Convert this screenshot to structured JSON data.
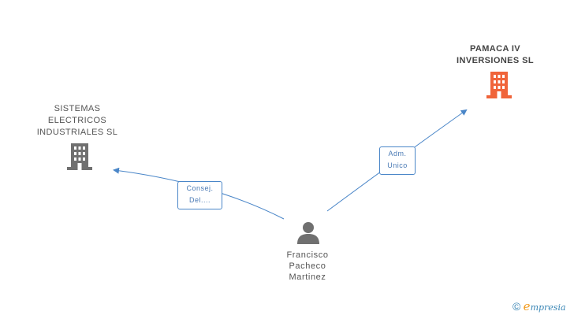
{
  "companies": [
    {
      "id": "sistemas",
      "lines": [
        "SISTEMAS",
        "ELECTRICOS",
        "INDUSTRIALES SL"
      ],
      "icon": "building-icon",
      "color": "#707070",
      "highlight": false
    },
    {
      "id": "pamaca",
      "lines": [
        "PAMACA IV",
        "INVERSIONES SL"
      ],
      "icon": "building-icon",
      "color": "#f0643a",
      "highlight": true
    }
  ],
  "person": {
    "lines": [
      "Francisco",
      "Pacheco",
      "Martinez"
    ],
    "icon": "person-icon",
    "color": "#707070"
  },
  "relations": [
    {
      "to": "sistemas",
      "label_lines": [
        "Consej.",
        "Del...."
      ]
    },
    {
      "to": "pamaca",
      "label_lines": [
        "Adm.",
        "Unico"
      ]
    }
  ],
  "colors": {
    "edge": "#4a86c8"
  },
  "footer": {
    "copyright": "©",
    "brand_initial": "e",
    "brand_rest": "mpresia"
  }
}
